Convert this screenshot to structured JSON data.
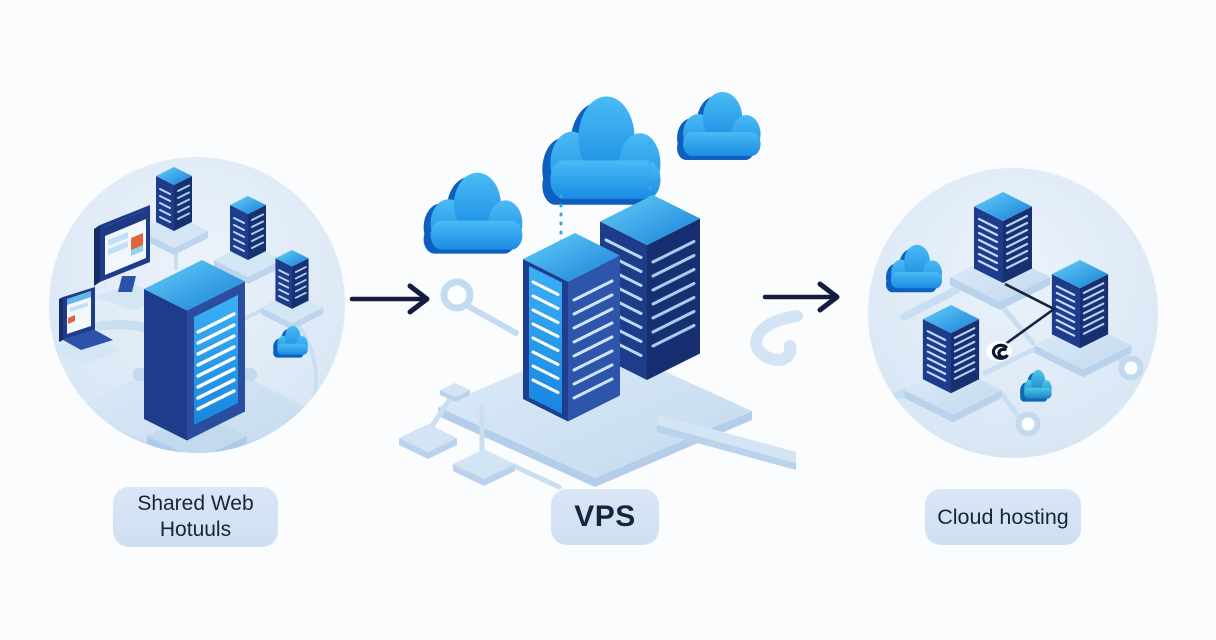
{
  "page": {
    "type": "hosting-evolution-diagram",
    "background": "#fbfcfe"
  },
  "stages": [
    {
      "id": "shared-web-hosting",
      "label": "Shared Web Hotuuls",
      "icons": [
        "desktop-monitor-icon",
        "laptop-icon",
        "server-tower-icon",
        "mini-server-icons",
        "cloud-icon",
        "platform"
      ]
    },
    {
      "id": "vps",
      "label": "VPS",
      "icons": [
        "cloud-icons",
        "dashed-links",
        "server-tower-icons",
        "network-platform",
        "ring-node"
      ]
    },
    {
      "id": "cloud-hosting",
      "label": "Cloud hosting",
      "icons": [
        "server-tower-icons",
        "cloud-icons",
        "network-links",
        "swirl-icon",
        "ring-nodes"
      ]
    }
  ],
  "arrows": [
    {
      "from": "shared-web-hosting",
      "to": "vps"
    },
    {
      "from": "vps",
      "to": "cloud-hosting"
    }
  ],
  "colors": {
    "circle_bg": "#d9e6f4",
    "platform": "#cfe2f4",
    "platform_side": "#b4cee9",
    "cloud_blue": "#2b9fe9",
    "cloud_edge": "#0e5fc0",
    "server_navy": "#1e3c8a",
    "server_navy_dark": "#17306f",
    "server_top": "#3db4f2",
    "panel_blue": "#2196f3",
    "teal_cloud": "#2fb3dc",
    "label_bg": "#d3e2f4",
    "label_text": "#17233f",
    "arrow": "#151c3d"
  }
}
